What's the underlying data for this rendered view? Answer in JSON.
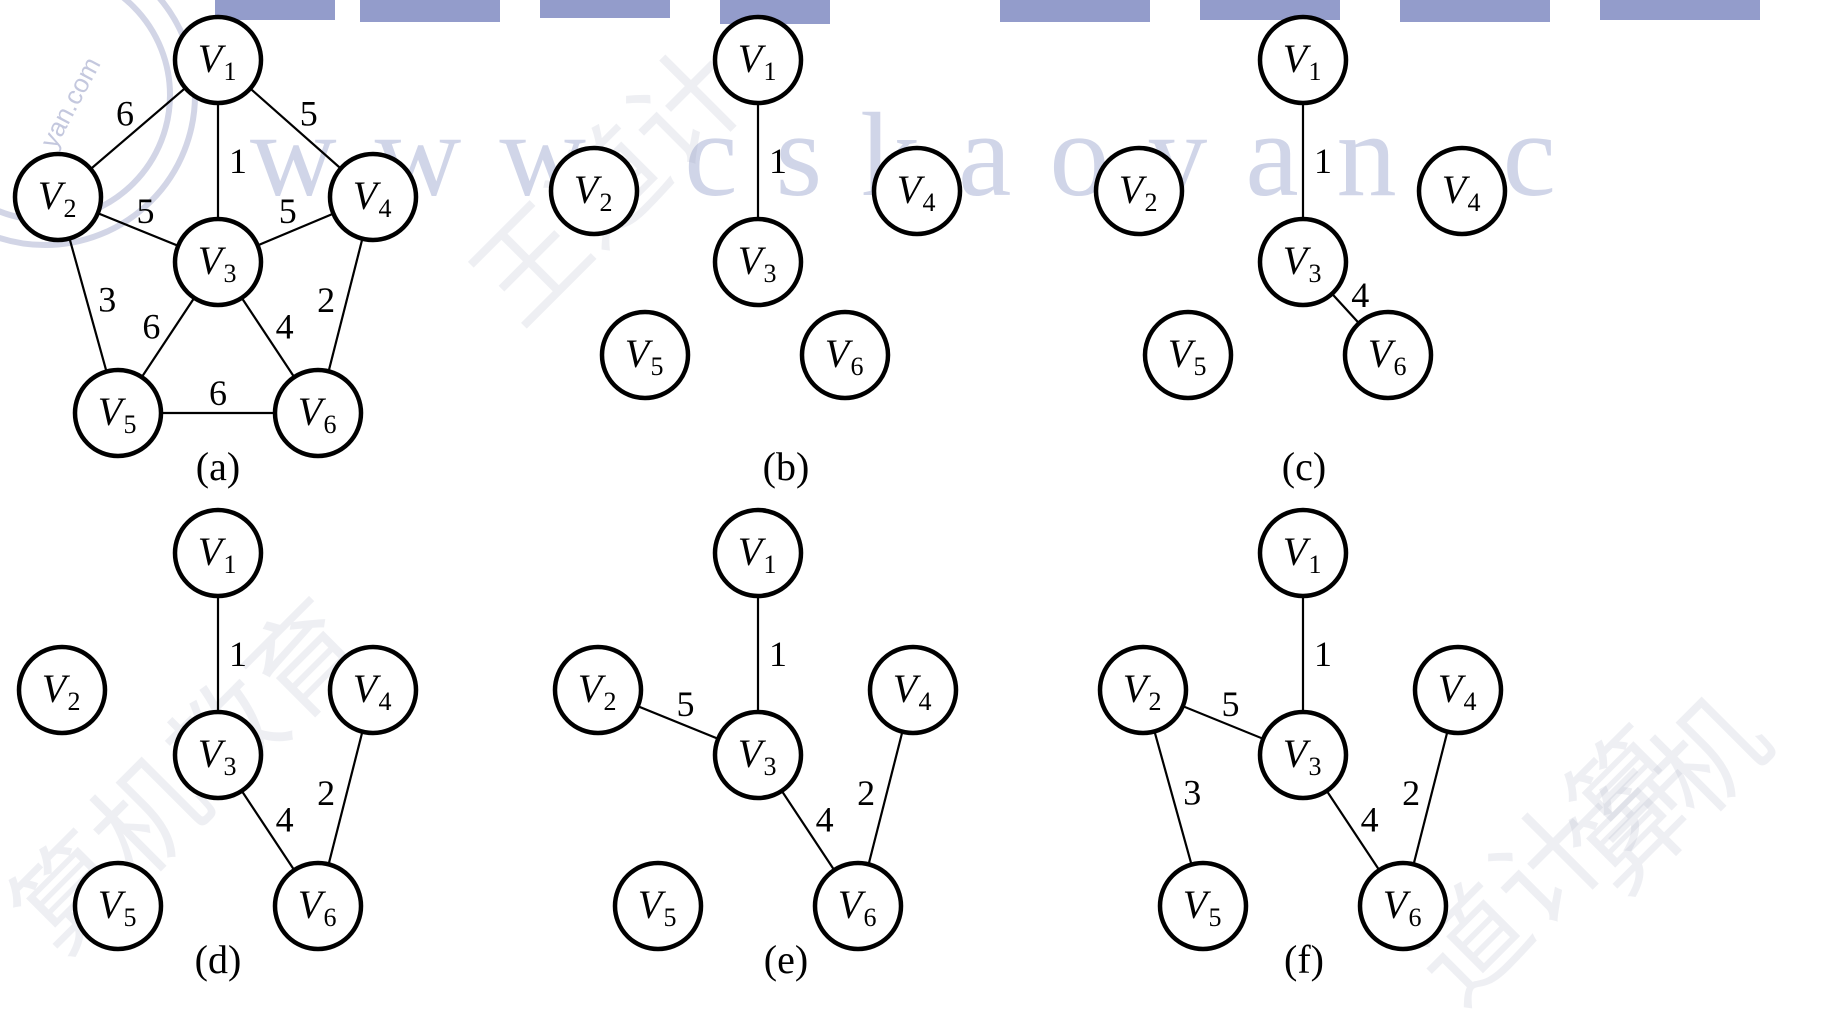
{
  "watermark": {
    "url_text": "www.cskaoyan.c",
    "seal_text": "yan.com",
    "cn_marks": [
      "王道计",
      "算机教育",
      "算机",
      "道计算"
    ]
  },
  "nodes": [
    {
      "id": "V1",
      "letter": "V",
      "sub": "1"
    },
    {
      "id": "V2",
      "letter": "V",
      "sub": "2"
    },
    {
      "id": "V3",
      "letter": "V",
      "sub": "3"
    },
    {
      "id": "V4",
      "letter": "V",
      "sub": "4"
    },
    {
      "id": "V5",
      "letter": "V",
      "sub": "5"
    },
    {
      "id": "V6",
      "letter": "V",
      "sub": "6"
    }
  ],
  "panels": [
    {
      "caption": "(a)",
      "edges": [
        {
          "from": "V1",
          "to": "V2",
          "weight": "6"
        },
        {
          "from": "V1",
          "to": "V3",
          "weight": "1"
        },
        {
          "from": "V1",
          "to": "V4",
          "weight": "5"
        },
        {
          "from": "V2",
          "to": "V3",
          "weight": "5"
        },
        {
          "from": "V3",
          "to": "V4",
          "weight": "5"
        },
        {
          "from": "V2",
          "to": "V5",
          "weight": "3"
        },
        {
          "from": "V3",
          "to": "V5",
          "weight": "6"
        },
        {
          "from": "V3",
          "to": "V6",
          "weight": "4"
        },
        {
          "from": "V4",
          "to": "V6",
          "weight": "2"
        },
        {
          "from": "V5",
          "to": "V6",
          "weight": "6"
        }
      ]
    },
    {
      "caption": "(b)",
      "edges": [
        {
          "from": "V1",
          "to": "V3",
          "weight": "1"
        }
      ]
    },
    {
      "caption": "(c)",
      "edges": [
        {
          "from": "V1",
          "to": "V3",
          "weight": "1"
        },
        {
          "from": "V3",
          "to": "V6",
          "weight": "4"
        }
      ]
    },
    {
      "caption": "(d)",
      "edges": [
        {
          "from": "V1",
          "to": "V3",
          "weight": "1"
        },
        {
          "from": "V3",
          "to": "V6",
          "weight": "4"
        },
        {
          "from": "V4",
          "to": "V6",
          "weight": "2"
        }
      ]
    },
    {
      "caption": "(e)",
      "edges": [
        {
          "from": "V1",
          "to": "V3",
          "weight": "1"
        },
        {
          "from": "V2",
          "to": "V3",
          "weight": "5"
        },
        {
          "from": "V3",
          "to": "V6",
          "weight": "4"
        },
        {
          "from": "V4",
          "to": "V6",
          "weight": "2"
        }
      ]
    },
    {
      "caption": "(f)",
      "edges": [
        {
          "from": "V1",
          "to": "V3",
          "weight": "1"
        },
        {
          "from": "V2",
          "to": "V3",
          "weight": "5"
        },
        {
          "from": "V2",
          "to": "V5",
          "weight": "3"
        },
        {
          "from": "V3",
          "to": "V6",
          "weight": "4"
        },
        {
          "from": "V4",
          "to": "V6",
          "weight": "2"
        }
      ]
    }
  ]
}
